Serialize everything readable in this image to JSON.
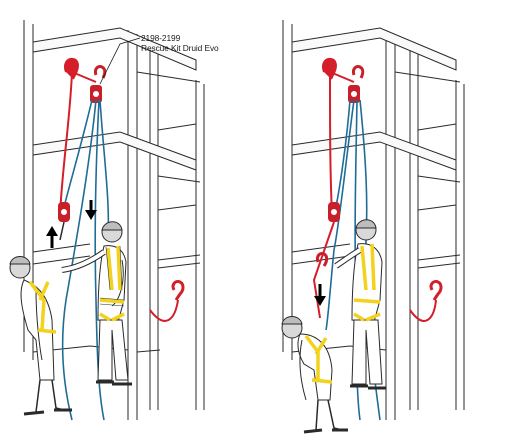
{
  "callout": {
    "model": "2198-2199",
    "product": "Rescue Kit Druid Evo"
  },
  "colors": {
    "rope_blue": "#1f6d96",
    "lanyard_red": "#d41f2b",
    "device_red": "#c8202a",
    "harness_yellow": "#f2d21b",
    "line": "#2a2a2a",
    "structure_fill": "#fafafa"
  },
  "panels": [
    {
      "id": "left",
      "icons": [
        "arrow-up-icon",
        "arrow-down-icon"
      ]
    },
    {
      "id": "right",
      "icons": [
        "arrow-down-icon"
      ]
    }
  ]
}
